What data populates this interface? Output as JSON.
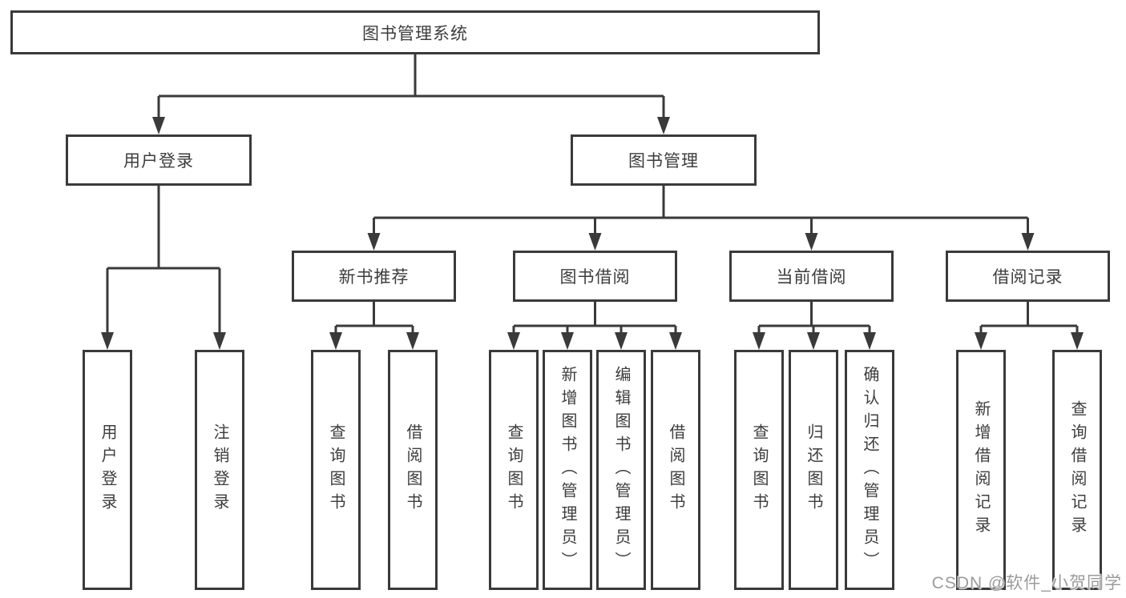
{
  "diagram_type": "hierarchy-diagram",
  "tree": {
    "label": "图书管理系统",
    "children": [
      {
        "label": "用户登录",
        "children": [
          {
            "label": "用户登录"
          },
          {
            "label": "注销登录"
          }
        ]
      },
      {
        "label": "图书管理",
        "children": [
          {
            "label": "新书推荐",
            "children": [
              {
                "label": "查询图书"
              },
              {
                "label": "借阅图书"
              }
            ]
          },
          {
            "label": "图书借阅",
            "children": [
              {
                "label": "查询图书"
              },
              {
                "label": "新增图书（管理员）"
              },
              {
                "label": "编辑图书（管理员）"
              },
              {
                "label": "借阅图书"
              }
            ]
          },
          {
            "label": "当前借阅",
            "children": [
              {
                "label": "查询图书"
              },
              {
                "label": "归还图书"
              },
              {
                "label": "确认归还（管理员）"
              }
            ]
          },
          {
            "label": "借阅记录",
            "children": [
              {
                "label": "新增借阅记录"
              },
              {
                "label": "查询借阅记录"
              }
            ]
          }
        ]
      }
    ]
  },
  "watermark": "CSDN @软件_小贺同学",
  "colors": {
    "line": "#3a3a3a",
    "border": "#3a3a3a",
    "text": "#3d3d3d",
    "watermark_text": "#9b9b9b",
    "background": "#ffffff"
  }
}
